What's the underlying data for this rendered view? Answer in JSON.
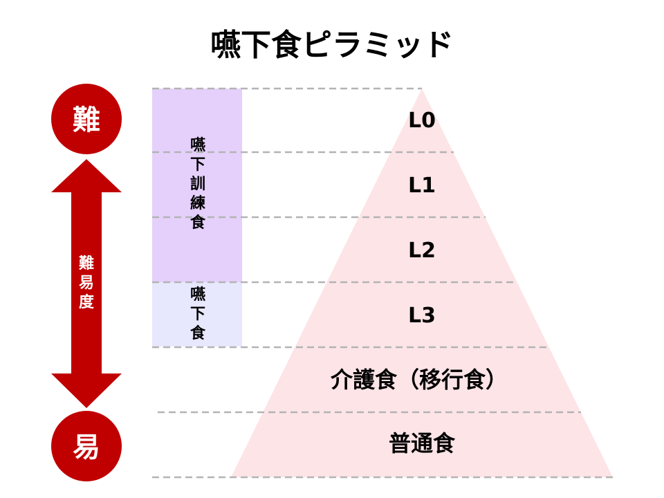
{
  "title": "嚥下食ピラミッド",
  "difficulty": {
    "hard": "難",
    "easy": "易",
    "axis_label": [
      "難",
      "易",
      "度"
    ]
  },
  "levels": [
    "L0",
    "L1",
    "L2",
    "L3",
    "介護食（移行食）",
    "普通食"
  ],
  "side_bands": {
    "training": [
      "嚥",
      "下",
      "訓",
      "練",
      "食"
    ],
    "swallow": [
      "嚥",
      "下",
      "食"
    ]
  },
  "colors": {
    "pyramid": "#fde4e7",
    "red": "#c00000",
    "training_band": "#e5d0fb",
    "swallow_band": "#e7e7fd"
  }
}
